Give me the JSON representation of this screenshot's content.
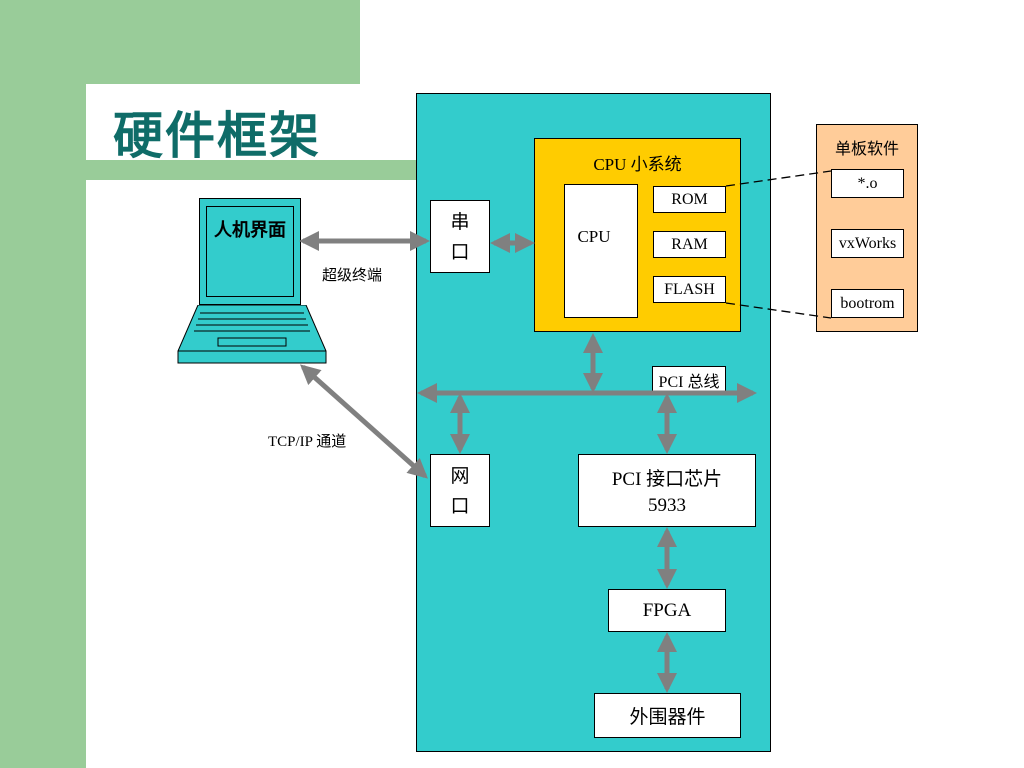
{
  "slide": {
    "title": "硬件框架",
    "colors": {
      "green": "#99cc99",
      "teal": "#33cccc",
      "yellow": "#ffcc00",
      "peach": "#ffcc99",
      "arrow": "#808080",
      "title": "#0f6c68"
    }
  },
  "laptop": {
    "screen_label": "人机界面"
  },
  "links": {
    "serial_terminal": "超级终端",
    "tcpip": "TCP/IP 通道"
  },
  "board": {
    "serial_port": "串\n口",
    "net_port": "网\n口",
    "cpu_subsystem": {
      "title": "CPU 小系统",
      "cpu": "CPU",
      "memories": [
        "ROM",
        "RAM",
        "FLASH"
      ]
    },
    "pci_bus": "PCI 总线",
    "pci_chip": {
      "line1": "PCI 接口芯片",
      "line2": "5933"
    },
    "fpga": "FPGA",
    "peripherals": "外围器件"
  },
  "software": {
    "title": "单板软件",
    "items": [
      "*.o",
      "vxWorks",
      "bootrom"
    ]
  }
}
